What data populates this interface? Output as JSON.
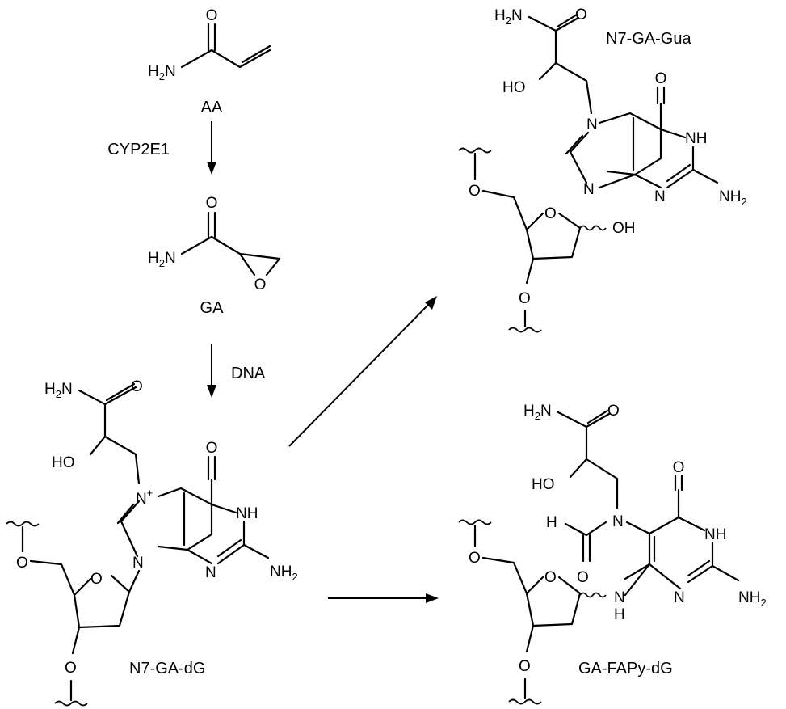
{
  "compounds": {
    "aa": {
      "label": "AA"
    },
    "ga": {
      "label": "GA"
    },
    "n7_ga_dg": {
      "label": "N7-GA-dG"
    },
    "n7_ga_gua": {
      "label": "N7-GA-Gua"
    },
    "ga_fapy_dg": {
      "label": "GA-FAPy-dG"
    }
  },
  "reagents": {
    "step1": "CYP2E1",
    "step2": "DNA"
  },
  "atoms": {
    "O": "O",
    "N": "N",
    "H": "H",
    "HO": "HO",
    "OH": "OH",
    "NH": "NH",
    "H2N_main": "H",
    "H2N_sub": "2",
    "H2N_tail": "N",
    "NH2_main": "NH",
    "NH2_sub": "2",
    "charge": "+"
  }
}
